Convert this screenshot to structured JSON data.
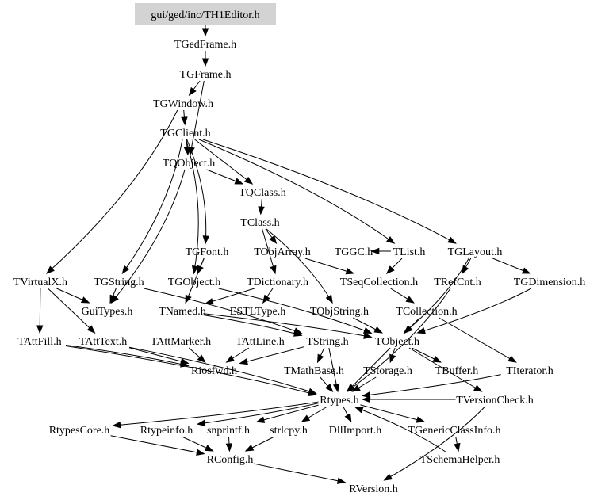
{
  "title": "gui/ged/inc/TH1Editor.h include dependency graph",
  "root": "gui/ged/inc/TH1Editor.h",
  "colors": {
    "root_fill": "#d3d3d3",
    "edge": "#000000",
    "text": "#000000",
    "background": "#ffffff"
  },
  "nodes": [
    {
      "id": "TH1Editor",
      "label": "gui/ged/inc/TH1Editor.h",
      "root": true
    },
    {
      "id": "TGedFrame",
      "label": "TGedFrame.h"
    },
    {
      "id": "TGFrame",
      "label": "TGFrame.h"
    },
    {
      "id": "TGWindow",
      "label": "TGWindow.h"
    },
    {
      "id": "TGClient",
      "label": "TGClient.h"
    },
    {
      "id": "TQObject",
      "label": "TQObject.h"
    },
    {
      "id": "TQClass",
      "label": "TQClass.h"
    },
    {
      "id": "TClass",
      "label": "TClass.h"
    },
    {
      "id": "TGFont",
      "label": "TGFont.h"
    },
    {
      "id": "TObjArray",
      "label": "TObjArray.h"
    },
    {
      "id": "TGGC",
      "label": "TGGC.h"
    },
    {
      "id": "TList",
      "label": "TList.h"
    },
    {
      "id": "TGLayout",
      "label": "TGLayout.h"
    },
    {
      "id": "TVirtualX",
      "label": "TVirtualX.h"
    },
    {
      "id": "TGString",
      "label": "TGString.h"
    },
    {
      "id": "TGObject",
      "label": "TGObject.h"
    },
    {
      "id": "TDictionary",
      "label": "TDictionary.h"
    },
    {
      "id": "TSeqCollection",
      "label": "TSeqCollection.h"
    },
    {
      "id": "TRefCnt",
      "label": "TRefCnt.h"
    },
    {
      "id": "TGDimension",
      "label": "TGDimension.h"
    },
    {
      "id": "GuiTypes",
      "label": "GuiTypes.h"
    },
    {
      "id": "TNamed",
      "label": "TNamed.h"
    },
    {
      "id": "ESTLType",
      "label": "ESTLType.h"
    },
    {
      "id": "TObjString",
      "label": "TObjString.h"
    },
    {
      "id": "TCollection",
      "label": "TCollection.h"
    },
    {
      "id": "TAttFill",
      "label": "TAttFill.h"
    },
    {
      "id": "TAttText",
      "label": "TAttText.h"
    },
    {
      "id": "TAttMarker",
      "label": "TAttMarker.h"
    },
    {
      "id": "TAttLine",
      "label": "TAttLine.h"
    },
    {
      "id": "TString",
      "label": "TString.h"
    },
    {
      "id": "TObject",
      "label": "TObject.h"
    },
    {
      "id": "Riosfwd",
      "label": "Riosfwd.h"
    },
    {
      "id": "TMathBase",
      "label": "TMathBase.h"
    },
    {
      "id": "TStorage",
      "label": "TStorage.h"
    },
    {
      "id": "TBuffer",
      "label": "TBuffer.h"
    },
    {
      "id": "TIterator",
      "label": "TIterator.h"
    },
    {
      "id": "Rtypes",
      "label": "Rtypes.h"
    },
    {
      "id": "TVersionCheck",
      "label": "TVersionCheck.h"
    },
    {
      "id": "RtypesCore",
      "label": "RtypesCore.h"
    },
    {
      "id": "Rtypeinfo",
      "label": "Rtypeinfo.h"
    },
    {
      "id": "snprintf",
      "label": "snprintf.h"
    },
    {
      "id": "strlcpy",
      "label": "strlcpy.h"
    },
    {
      "id": "DllImport",
      "label": "DllImport.h"
    },
    {
      "id": "TGenericClassInfo",
      "label": "TGenericClassInfo.h"
    },
    {
      "id": "TSchemaHelper",
      "label": "TSchemaHelper.h"
    },
    {
      "id": "RConfig",
      "label": "RConfig.h"
    },
    {
      "id": "RVersion",
      "label": "RVersion.h"
    }
  ],
  "edges": [
    [
      "TH1Editor",
      "TGedFrame"
    ],
    [
      "TGedFrame",
      "TGFrame"
    ],
    [
      "TGFrame",
      "TGWindow"
    ],
    [
      "TGFrame",
      "TQObject"
    ],
    [
      "TGWindow",
      "TGClient"
    ],
    [
      "TGWindow",
      "TVirtualX"
    ],
    [
      "TGClient",
      "TQObject"
    ],
    [
      "TGClient",
      "TGObject"
    ],
    [
      "TGClient",
      "TQClass"
    ],
    [
      "TGClient",
      "TGFont"
    ],
    [
      "TGClient",
      "TList"
    ],
    [
      "TGClient",
      "TGLayout"
    ],
    [
      "TGClient",
      "TGString"
    ],
    [
      "TQObject",
      "TQClass"
    ],
    [
      "TQObject",
      "GuiTypes"
    ],
    [
      "TQClass",
      "TClass"
    ],
    [
      "TClass",
      "TObjArray"
    ],
    [
      "TClass",
      "TDictionary"
    ],
    [
      "TClass",
      "TObjString"
    ],
    [
      "TGFont",
      "TGObject"
    ],
    [
      "TGFont",
      "TNamed"
    ],
    [
      "TObjArray",
      "TSeqCollection"
    ],
    [
      "TList",
      "TGGC"
    ],
    [
      "TList",
      "TSeqCollection"
    ],
    [
      "TGLayout",
      "TRefCnt"
    ],
    [
      "TGLayout",
      "TGDimension"
    ],
    [
      "TGLayout",
      "TObject"
    ],
    [
      "TVirtualX",
      "GuiTypes"
    ],
    [
      "TVirtualX",
      "TAttFill"
    ],
    [
      "TVirtualX",
      "TAttText"
    ],
    [
      "TGString",
      "GuiTypes"
    ],
    [
      "TGString",
      "TString"
    ],
    [
      "TGObject",
      "TObject"
    ],
    [
      "TDictionary",
      "TNamed"
    ],
    [
      "TDictionary",
      "ESTLType"
    ],
    [
      "TSeqCollection",
      "TCollection"
    ],
    [
      "TRefCnt",
      "Rtypes"
    ],
    [
      "TGDimension",
      "TObject"
    ],
    [
      "TNamed",
      "TObject"
    ],
    [
      "TNamed",
      "TString"
    ],
    [
      "TObjString",
      "TObject"
    ],
    [
      "TCollection",
      "TObject"
    ],
    [
      "TCollection",
      "TIterator"
    ],
    [
      "TAttFill",
      "Riosfwd"
    ],
    [
      "TAttFill",
      "Rtypes"
    ],
    [
      "TAttText",
      "Riosfwd"
    ],
    [
      "TAttText",
      "Rtypes"
    ],
    [
      "TAttMarker",
      "Riosfwd"
    ],
    [
      "TAttLine",
      "Riosfwd"
    ],
    [
      "TString",
      "TMathBase"
    ],
    [
      "TString",
      "Riosfwd"
    ],
    [
      "TString",
      "Rtypes"
    ],
    [
      "TObject",
      "TStorage"
    ],
    [
      "TObject",
      "TBuffer"
    ],
    [
      "TObject",
      "TVersionCheck"
    ],
    [
      "TObject",
      "Rtypes"
    ],
    [
      "TMathBase",
      "Rtypes"
    ],
    [
      "TStorage",
      "Rtypes"
    ],
    [
      "TIterator",
      "Rtypes"
    ],
    [
      "TVersionCheck",
      "Rtypes"
    ],
    [
      "TVersionCheck",
      "RVersion"
    ],
    [
      "Rtypes",
      "RtypesCore"
    ],
    [
      "Rtypes",
      "Rtypeinfo"
    ],
    [
      "Rtypes",
      "snprintf"
    ],
    [
      "Rtypes",
      "strlcpy"
    ],
    [
      "Rtypes",
      "DllImport"
    ],
    [
      "Rtypes",
      "TGenericClassInfo"
    ],
    [
      "TGenericClassInfo",
      "TSchemaHelper"
    ],
    [
      "TSchemaHelper",
      "Rtypes"
    ],
    [
      "RtypesCore",
      "RConfig"
    ],
    [
      "Rtypeinfo",
      "RConfig"
    ],
    [
      "snprintf",
      "RConfig"
    ],
    [
      "strlcpy",
      "RConfig"
    ],
    [
      "RConfig",
      "RVersion"
    ]
  ]
}
